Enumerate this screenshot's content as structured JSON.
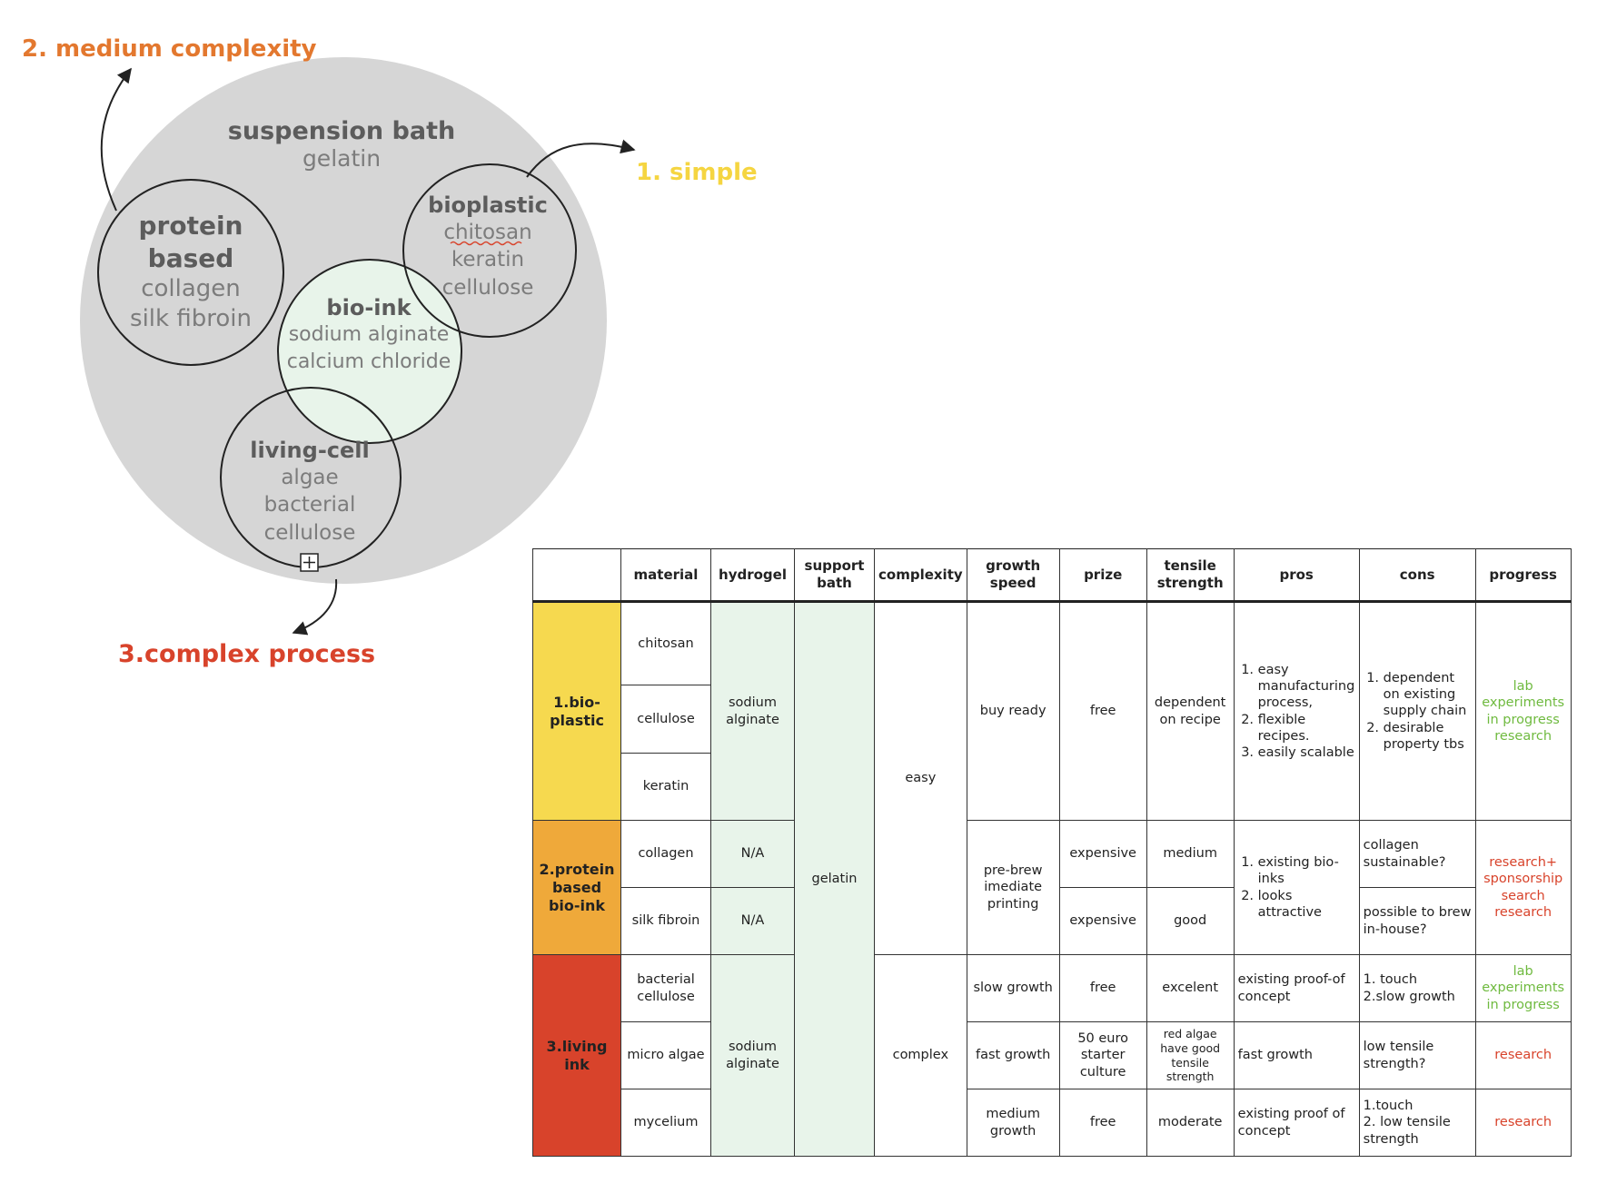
{
  "diagram": {
    "labels": {
      "medium": "2. medium complexity",
      "simple": "1. simple",
      "complex": "3.complex process"
    },
    "colors": {
      "medium": "#e3782f",
      "simple": "#f5d541",
      "complex": "#d8432b",
      "bath_fill": "#d6d6d6",
      "bioink_fill": "#e8f4ea"
    },
    "bath": {
      "title": "suspension bath",
      "sub": "gelatin"
    },
    "protein": {
      "title1": "protein",
      "title2": "based",
      "sub1": "collagen",
      "sub2": "silk fibroin"
    },
    "bioplastic": {
      "title": "bioplastic",
      "sub1": "chitosan",
      "sub2": "keratin",
      "sub3": "cellulose"
    },
    "bioink": {
      "title": "bio-ink",
      "sub1": "sodium alginate",
      "sub2": "calcium chloride"
    },
    "living": {
      "title": "living-cell",
      "sub1": "algae",
      "sub2": "bacterial",
      "sub3": "cellulose"
    },
    "plus_icon": "plus-square-icon"
  },
  "table": {
    "headers": {
      "category": "",
      "material": "material",
      "hydrogel": "hydrogel",
      "support": "support bath",
      "complexity": "complexity",
      "growth": "growth speed",
      "prize": "prize",
      "tensile": "tensile strength",
      "pros": "pros",
      "cons": "cons",
      "progress": "progress"
    },
    "categories": {
      "bioplastic": "1.bio-plastic",
      "protein": "2.protein based bio-ink",
      "living": "3.living ink"
    },
    "category_colors": {
      "bioplastic": "#f6d94f",
      "protein": "#efa93a",
      "living": "#d8432b"
    },
    "materials": {
      "chitosan": "chitosan",
      "cellulose": "cellulose",
      "keratin": "keratin",
      "collagen": "collagen",
      "silk": "silk fibroin",
      "bacterial": "bacterial cellulose",
      "algae": "micro algae",
      "mycelium": "mycelium"
    },
    "hydrogel": {
      "bioplastic": "sodium alginate",
      "collagen": "N/A",
      "silk": "N/A",
      "living": "sodium alginate"
    },
    "support": "gelatin",
    "complexity": {
      "easy": "easy",
      "complex": "complex"
    },
    "growth": {
      "bioplastic": "buy ready",
      "protein": "pre-brew imediate printing",
      "bacterial": "slow growth",
      "algae": "fast growth",
      "mycelium": "medium growth"
    },
    "prize": {
      "bioplastic": "free",
      "collagen": "expensive",
      "silk": "expensive",
      "bacterial": "free",
      "algae": "50 euro starter culture",
      "mycelium": "free"
    },
    "tensile": {
      "bioplastic": "dependent on recipe",
      "collagen": "medium",
      "silk": "good",
      "bacterial": "excelent",
      "algae": "red algae have good tensile strength",
      "mycelium": "moderate"
    },
    "pros": {
      "bioplastic": [
        "easy manufacturing process,",
        "flexible recipes.",
        "easily scalable"
      ],
      "protein": [
        "existing bio-inks",
        "looks attractive"
      ],
      "bacterial": "existing proof-of concept",
      "algae": "fast growth",
      "mycelium": "existing proof of concept"
    },
    "cons": {
      "bioplastic": [
        "dependent on existing supply chain",
        "desirable property tbs"
      ],
      "collagen": "collagen sustainable?",
      "silk": "possible to brew in-house?",
      "bacterial_1": "1. touch",
      "bacterial_2": "2.slow growth",
      "algae": "low tensile strength?",
      "mycelium_1": "1.touch",
      "mycelium_2": "2. low tensile strength"
    },
    "progress": {
      "bioplastic_1": "lab experiments in progress",
      "bioplastic_2": "research",
      "protein_1": "research+",
      "protein_2": "sponsorship search",
      "protein_3": "research",
      "bacterial": "lab experiments in progress",
      "algae": "research",
      "mycelium": "research"
    },
    "status_colors": {
      "green": "#6fba3f",
      "red": "#d8432b"
    }
  }
}
